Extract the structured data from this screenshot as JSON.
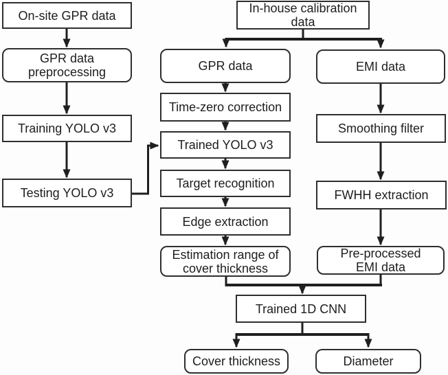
{
  "figure": {
    "type": "flowchart",
    "colors": {
      "background": "#fdfdfd",
      "box_fill": "#ffffff",
      "box_border": "#2e2e2e",
      "line": "#1f1f1f",
      "text": "#1d1d1d"
    },
    "nodes": {
      "onsite_gpr": {
        "label": "On-site GPR data",
        "shape": "rect"
      },
      "gpr_preprocessing": {
        "lines": [
          "GPR data",
          "preprocessing"
        ],
        "shape": "rounded"
      },
      "training_yolo": {
        "label": "Training YOLO v3",
        "shape": "rect"
      },
      "testing_yolo": {
        "label": "Testing YOLO v3",
        "shape": "rect"
      },
      "inhouse_calibration": {
        "lines": [
          "In-house calibration",
          "data"
        ],
        "shape": "rect"
      },
      "gpr_data": {
        "label": "GPR data",
        "shape": "rounded"
      },
      "time_zero": {
        "label": "Time-zero correction",
        "shape": "rect"
      },
      "trained_yolo": {
        "label": "Trained YOLO v3",
        "shape": "rect"
      },
      "target_recognition": {
        "label": "Target recognition",
        "shape": "rect"
      },
      "edge_extraction": {
        "label": "Edge extraction",
        "shape": "rect"
      },
      "estimation_range": {
        "lines": [
          "Estimation range of",
          "cover thickness"
        ],
        "shape": "rounded"
      },
      "emi_data": {
        "label": "EMI data",
        "shape": "rounded"
      },
      "smoothing_filter": {
        "label": "Smoothing filter",
        "shape": "rect"
      },
      "fwhh_extraction": {
        "label": "FWHH extraction",
        "shape": "rect"
      },
      "preprocessed_emi": {
        "lines": [
          "Pre-processed",
          "EMI data"
        ],
        "shape": "rounded"
      },
      "trained_1d_cnn": {
        "label": "Trained 1D CNN",
        "shape": "rect"
      },
      "cover_thickness": {
        "label": "Cover thickness",
        "shape": "rounded"
      },
      "diameter": {
        "label": "Diameter",
        "shape": "rounded"
      }
    },
    "edges": [
      "onsite_gpr -> gpr_preprocessing",
      "gpr_preprocessing -> training_yolo",
      "training_yolo -> testing_yolo",
      "testing_yolo -> trained_yolo",
      "inhouse_calibration -> gpr_data",
      "inhouse_calibration -> emi_data",
      "gpr_data -> time_zero",
      "time_zero -> trained_yolo",
      "trained_yolo -> target_recognition",
      "target_recognition -> edge_extraction",
      "edge_extraction -> estimation_range",
      "emi_data -> smoothing_filter",
      "smoothing_filter -> fwhh_extraction",
      "fwhh_extraction -> preprocessed_emi",
      "estimation_range -> trained_1d_cnn",
      "preprocessed_emi -> trained_1d_cnn",
      "trained_1d_cnn -> cover_thickness",
      "trained_1d_cnn -> diameter"
    ]
  }
}
